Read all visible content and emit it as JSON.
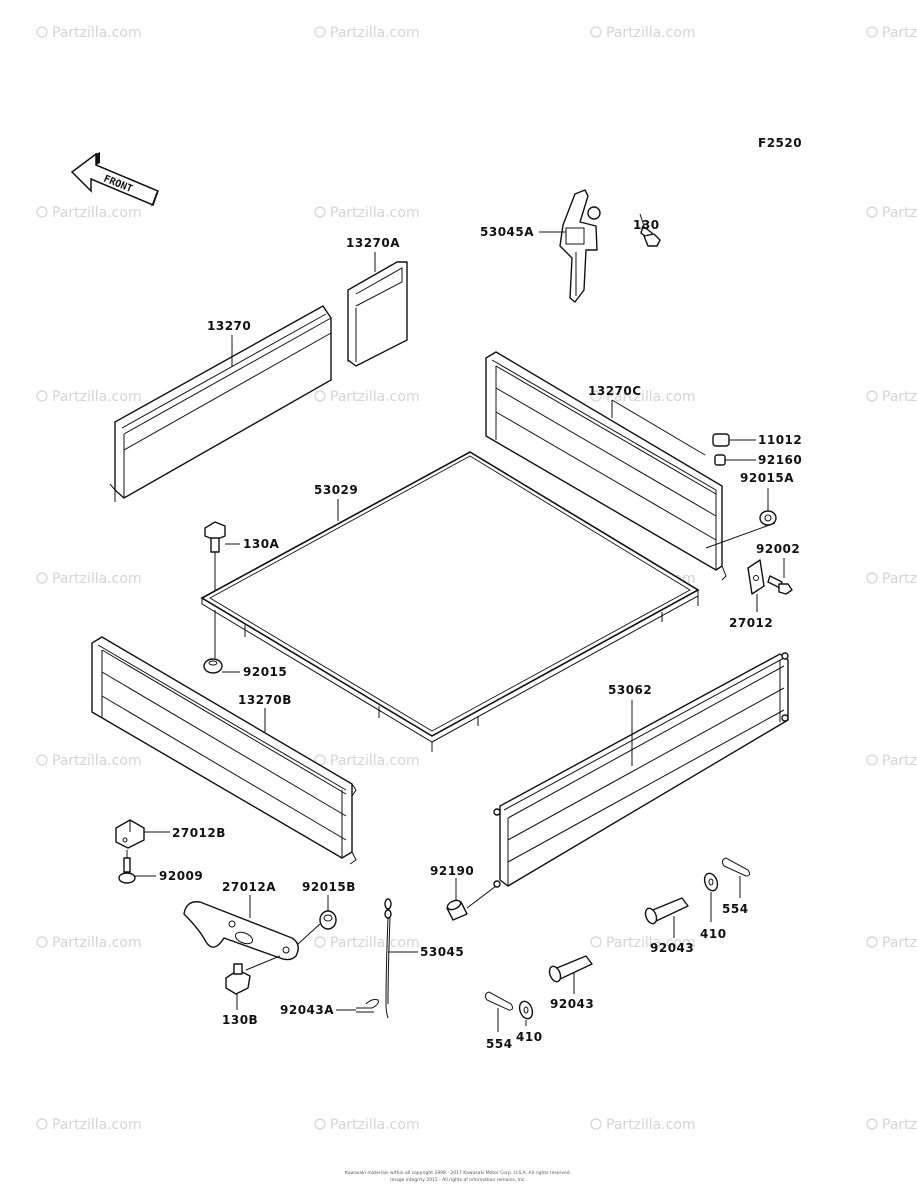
{
  "figure_code": "F2520",
  "front_label": "FRONT",
  "watermark": "Partzilla.com",
  "footer": {
    "line1": "Kawasaki materials within all copyright 1998 - 2017 Kawasaki Motor Corp. U.S.A. All rights reserved.",
    "line2": "Image integrity 2015 - All rights of information remains, Inc."
  },
  "callouts": {
    "c53045A": "53045A",
    "c130": "130",
    "c13270A": "13270A",
    "c13270": "13270",
    "c13270C": "13270C",
    "c11012": "11012",
    "c92160": "92160",
    "c92015A": "92015A",
    "c53029": "53029",
    "c130A": "130A",
    "c92002": "92002",
    "c27012": "27012",
    "c92015": "92015",
    "c13270B": "13270B",
    "c53062": "53062",
    "c27012B": "27012B",
    "c92009": "92009",
    "c27012A": "27012A",
    "c92015B": "92015B",
    "c92190": "92190",
    "c53045": "53045",
    "c130B": "130B",
    "c92043A": "92043A",
    "c92043a": "92043",
    "c410a": "410",
    "c554a": "554",
    "c92043b": "92043",
    "c410b": "410",
    "c554b": "554"
  }
}
